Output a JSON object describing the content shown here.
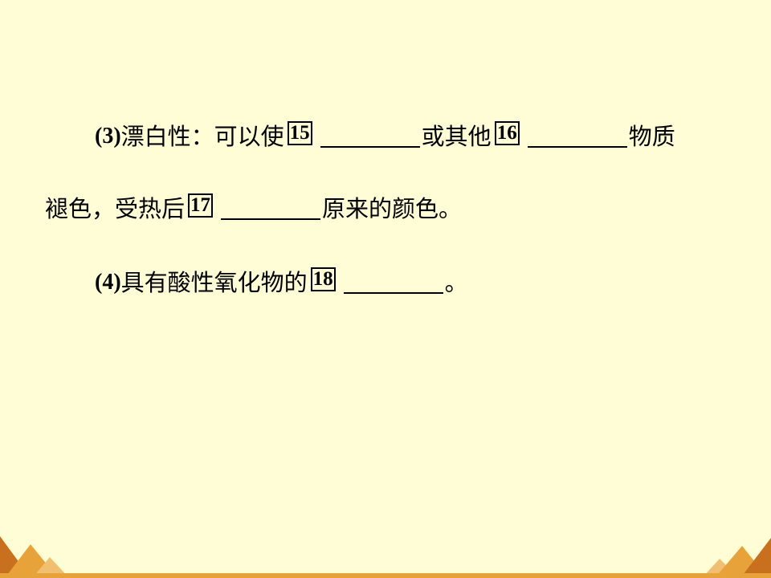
{
  "slide": {
    "line1": {
      "label": "(3)",
      "text_a": "漂白性：可以使",
      "box_15": "15",
      "text_b": "或其他",
      "box_16": "16",
      "text_c": "物质"
    },
    "line2": {
      "text_a": "褪色，受热后",
      "box_17": "17",
      "text_b": "原来的颜色。"
    },
    "line3": {
      "label": "(4)",
      "text_a": "具有酸性氧化物的",
      "box_18": "18",
      "text_b": "。"
    }
  },
  "colors": {
    "background": "#FFFDD6",
    "accent_orange": "#E8A23A",
    "accent_dark": "#C9701E"
  }
}
